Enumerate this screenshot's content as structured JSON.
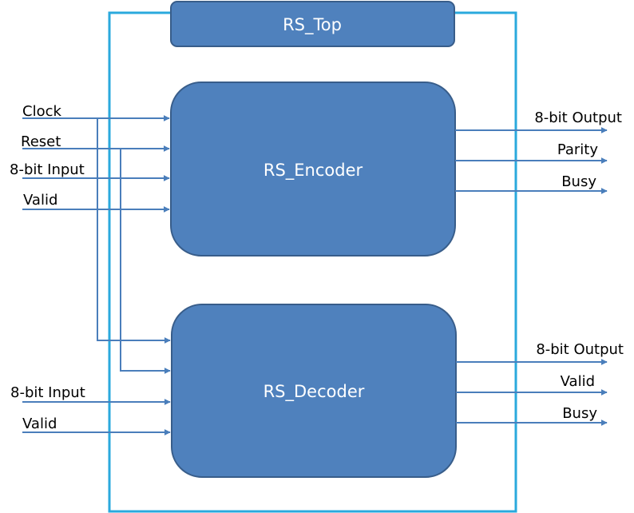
{
  "colors": {
    "background": "#ffffff",
    "frame": "#2aa9dd",
    "block_fill": "#4f81bd",
    "block_stroke": "#385d8a",
    "wire": "#4a7ebb",
    "text": "#000000",
    "block_text": "#ffffff"
  },
  "top": {
    "label": "RS_Top"
  },
  "encoder": {
    "label": "RS_Encoder",
    "inputs": [
      "Clock",
      "Reset",
      "8-bit Input",
      "Valid"
    ],
    "outputs": [
      "8-bit Output",
      "Parity",
      "Busy"
    ]
  },
  "decoder": {
    "label": "RS_Decoder",
    "inputs": [
      "8-bit Input",
      "Valid"
    ],
    "outputs": [
      "8-bit Output",
      "Valid",
      "Busy"
    ]
  }
}
